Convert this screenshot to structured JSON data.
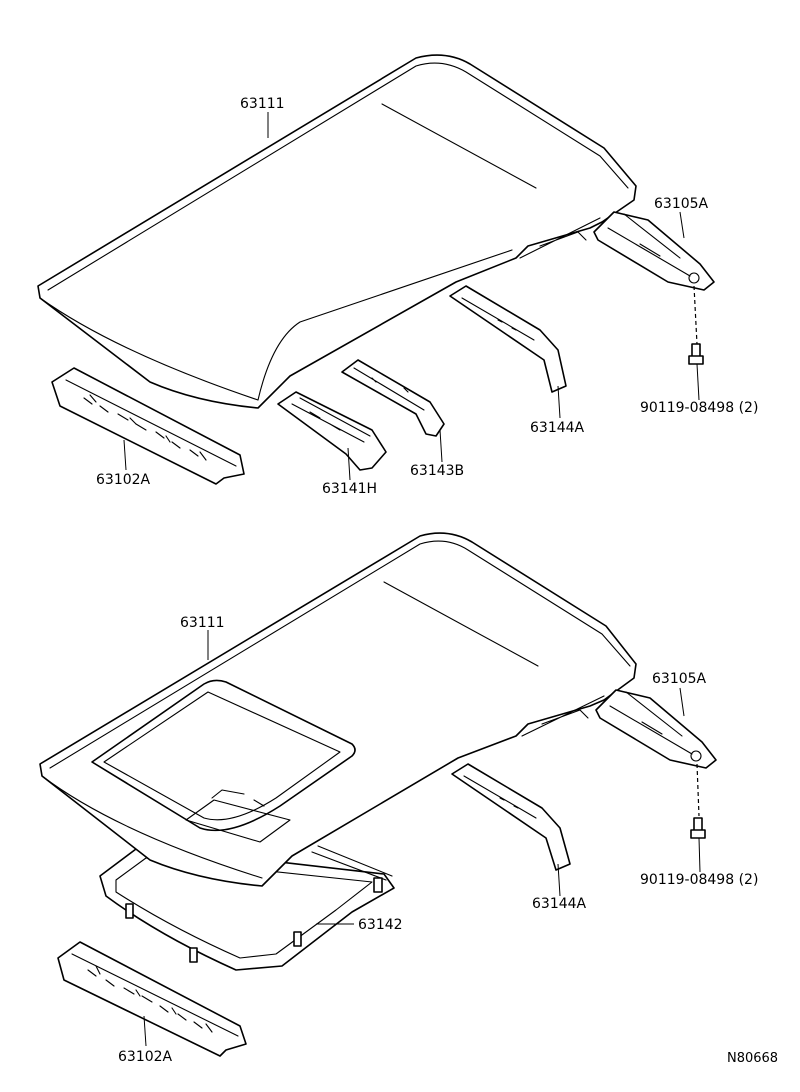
{
  "upper_assembly": {
    "roof_panel": "63111",
    "front_header": "63102A",
    "bow_front": "63141H",
    "bow_middle": "63143B",
    "bow_rear": "63144A",
    "rear_header": "63105A",
    "bolt": "90119-08498 (2)"
  },
  "lower_assembly": {
    "roof_panel": "63111",
    "sunroof_frame": "63142",
    "front_header": "63102A",
    "bow_rear": "63144A",
    "rear_header": "63105A",
    "bolt": "90119-08498 (2)"
  },
  "drawing_code": "N80668"
}
